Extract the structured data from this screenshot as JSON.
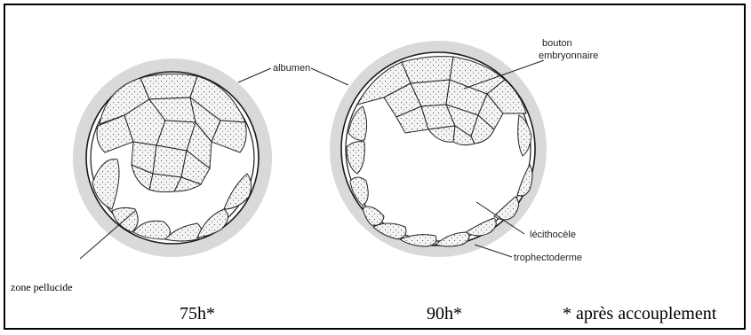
{
  "figure": {
    "labels": {
      "albumen": "albumen",
      "bouton_line1": "bouton",
      "bouton_line2": "embryonnaire",
      "lecithocele": "lécithocèle",
      "trophectoderme": "trophectoderme",
      "zone_pellucide": "zone pellucide"
    },
    "captions": {
      "left": "75h*",
      "right": "90h*",
      "note": "* après accouplement"
    },
    "colors": {
      "albumen_halo": "#d9d9d9",
      "outline": "#1a1a1a",
      "cell_fill": "#f3f3f3",
      "interior": "#ffffff"
    }
  }
}
